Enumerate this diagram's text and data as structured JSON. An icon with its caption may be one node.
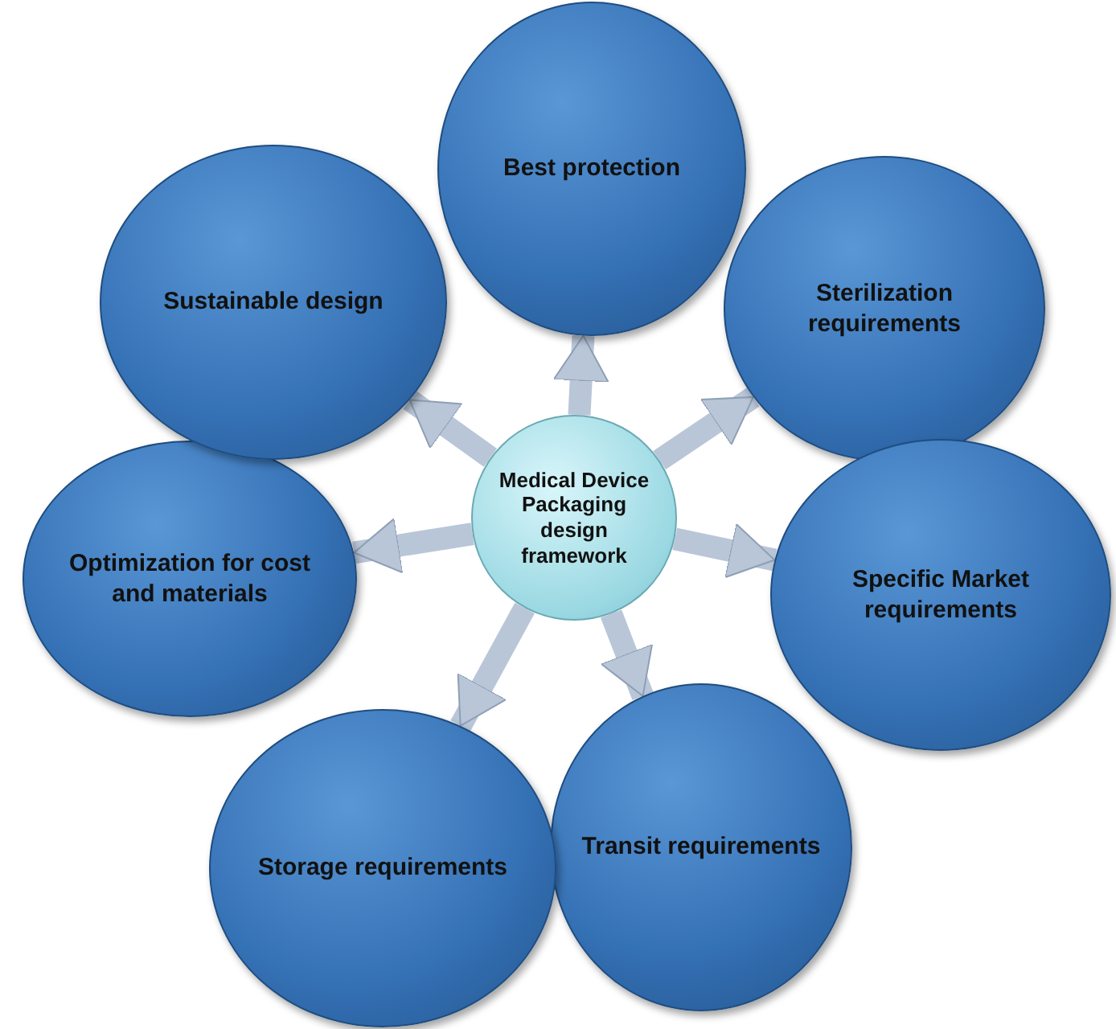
{
  "diagram": {
    "nodes": [
      {
        "text": [
          "Medical Device Packaging design framework"
        ]
      },
      {
        "text": [
          "Best protection"
        ]
      },
      {
        "text": [
          "Sterilization requirements"
        ]
      },
      {
        "text": [
          "Specific Market requirements"
        ]
      },
      {
        "text": [
          "Transit requirements"
        ]
      },
      {
        "text": [
          "Storage requirements"
        ]
      },
      {
        "text": [
          "Optimization for cost and materials"
        ]
      },
      {
        "text": [
          "Sustainable design"
        ]
      }
    ],
    "edges": [
      {
        "from": 0,
        "to": 1,
        "arrow": "to"
      },
      {
        "from": 0,
        "to": 2,
        "arrow": "to"
      },
      {
        "from": 0,
        "to": 3,
        "arrow": "to"
      },
      {
        "from": 0,
        "to": 4,
        "arrow": "to"
      },
      {
        "from": 0,
        "to": 5,
        "arrow": "to"
      },
      {
        "from": 0,
        "to": 6,
        "arrow": "to"
      },
      {
        "from": 0,
        "to": 7,
        "arrow": "to"
      }
    ]
  }
}
